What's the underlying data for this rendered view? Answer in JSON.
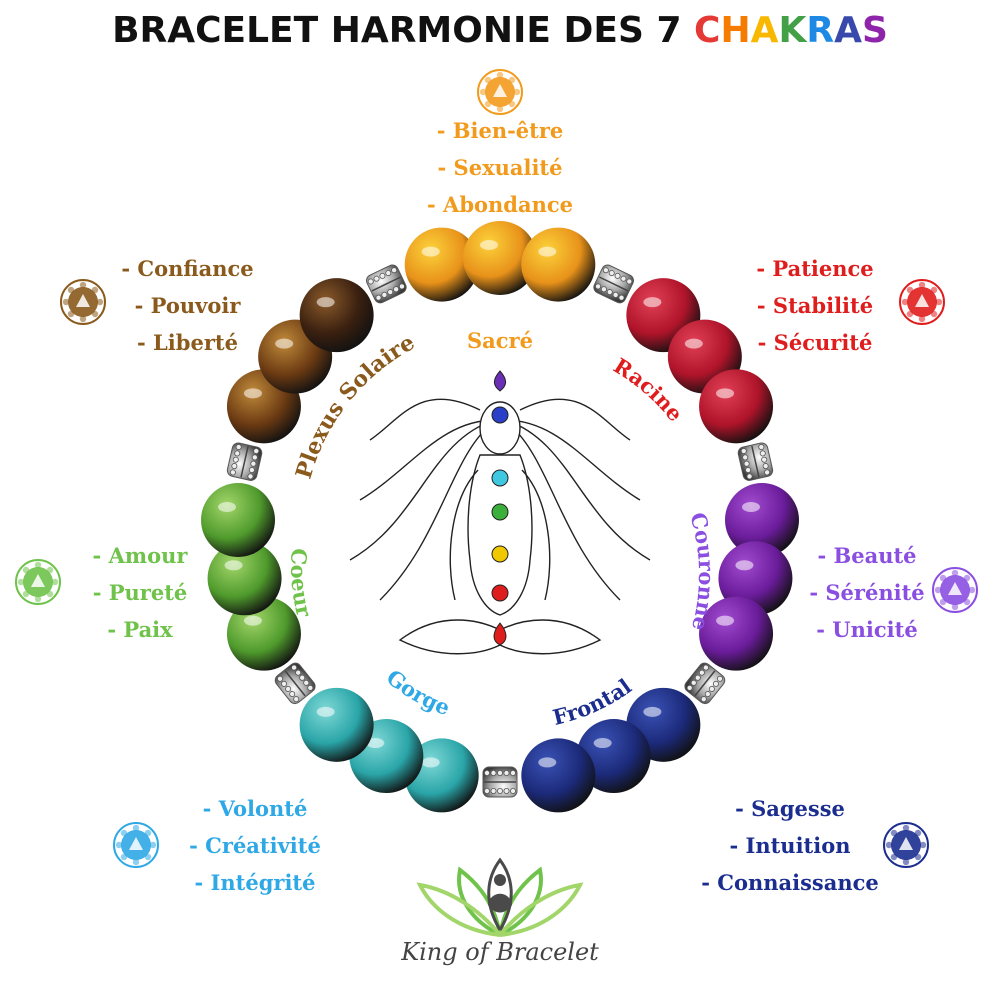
{
  "title": {
    "prefix": "BRACELET HARMONIE DES 7 ",
    "word_letters": [
      {
        "ch": "C",
        "color": "#e53935"
      },
      {
        "ch": "H",
        "color": "#f57c00"
      },
      {
        "ch": "A",
        "color": "#f9b800"
      },
      {
        "ch": "K",
        "color": "#43a047"
      },
      {
        "ch": "R",
        "color": "#1e88e5"
      },
      {
        "ch": "A",
        "color": "#3949ab"
      },
      {
        "ch": "S",
        "color": "#8e24aa"
      }
    ]
  },
  "chakras": [
    {
      "id": "sacre",
      "name": "Sacré",
      "color": "#f29a1c",
      "icon": "sacral-chakra-icon",
      "qualities": [
        "- Bien-être",
        "- Sexualité",
        "- Abondance"
      ]
    },
    {
      "id": "racine",
      "name": "Racine",
      "color": "#e01d1d",
      "icon": "root-chakra-icon",
      "qualities": [
        "- Patience",
        "- Stabilité",
        "- Sécurité"
      ]
    },
    {
      "id": "couronne",
      "name": "Couronne",
      "color": "#8a4fe0",
      "icon": "crown-chakra-icon",
      "qualities": [
        "- Beauté",
        "- Sérénité",
        "- Unicité"
      ]
    },
    {
      "id": "frontal",
      "name": "Frontal",
      "color": "#1b2e8f",
      "icon": "third-eye-chakra-icon",
      "qualities": [
        "- Sagesse",
        "- Intuition",
        "- Connaissance"
      ]
    },
    {
      "id": "gorge",
      "name": "Gorge",
      "color": "#2fa8e6",
      "icon": "throat-chakra-icon",
      "qualities": [
        "- Volonté",
        "- Créativité",
        "- Intégrité"
      ]
    },
    {
      "id": "coeur",
      "name": "Coeur",
      "color": "#6fc24a",
      "icon": "heart-chakra-icon",
      "qualities": [
        "- Amour",
        "- Pureté",
        "- Paix"
      ]
    },
    {
      "id": "plexus",
      "name": "Plexus Solaire",
      "color": "#8a5a1c",
      "icon": "solar-plexus-chakra-icon",
      "qualities": [
        "- Confiance",
        "- Pouvoir",
        "- Liberté"
      ]
    }
  ],
  "beads": [
    {
      "color": "#e8921a",
      "accent": "#fcd23a"
    },
    {
      "color": "#e8921a",
      "accent": "#fcd23a"
    },
    {
      "color": "#e8921a",
      "accent": "#fcd23a"
    },
    {
      "color": "silver"
    },
    {
      "color": "#b0142a",
      "accent": "#e04055"
    },
    {
      "color": "#b0142a",
      "accent": "#e04055"
    },
    {
      "color": "#b0142a",
      "accent": "#e04055"
    },
    {
      "color": "silver"
    },
    {
      "color": "#6a1c9a",
      "accent": "#a24bd0"
    },
    {
      "color": "#6a1c9a",
      "accent": "#a24bd0"
    },
    {
      "color": "#6a1c9a",
      "accent": "#a24bd0"
    },
    {
      "color": "silver"
    },
    {
      "color": "#1c2a7a",
      "accent": "#3a52b5"
    },
    {
      "color": "#1c2a7a",
      "accent": "#3a52b5"
    },
    {
      "color": "#1c2a7a",
      "accent": "#3a52b5"
    },
    {
      "color": "silver"
    },
    {
      "color": "#2aa5a8",
      "accent": "#7fd8d6"
    },
    {
      "color": "#2aa5a8",
      "accent": "#7fd8d6"
    },
    {
      "color": "#2aa5a8",
      "accent": "#7fd8d6"
    },
    {
      "color": "silver"
    },
    {
      "color": "#4f9a2c",
      "accent": "#a3d66a"
    },
    {
      "color": "#4f9a2c",
      "accent": "#a3d66a"
    },
    {
      "color": "#4f9a2c",
      "accent": "#a3d66a"
    },
    {
      "color": "silver"
    },
    {
      "color": "#6b3a12",
      "accent": "#c08a3a"
    },
    {
      "color": "#6b3a12",
      "accent": "#c08a3a"
    },
    {
      "color": "#3a2010",
      "accent": "#8a5a2a"
    },
    {
      "color": "silver"
    }
  ],
  "figure": {
    "name": "meditating-woman-figure",
    "dots": [
      "#6a2fb5",
      "#2a40c8",
      "#40c8e0",
      "#3ab03a",
      "#f0c800",
      "#e01d1d",
      "#e01d1d"
    ]
  },
  "brand": {
    "text": "King of Bracelet",
    "logo": "lotus-meditation-logo-icon"
  }
}
